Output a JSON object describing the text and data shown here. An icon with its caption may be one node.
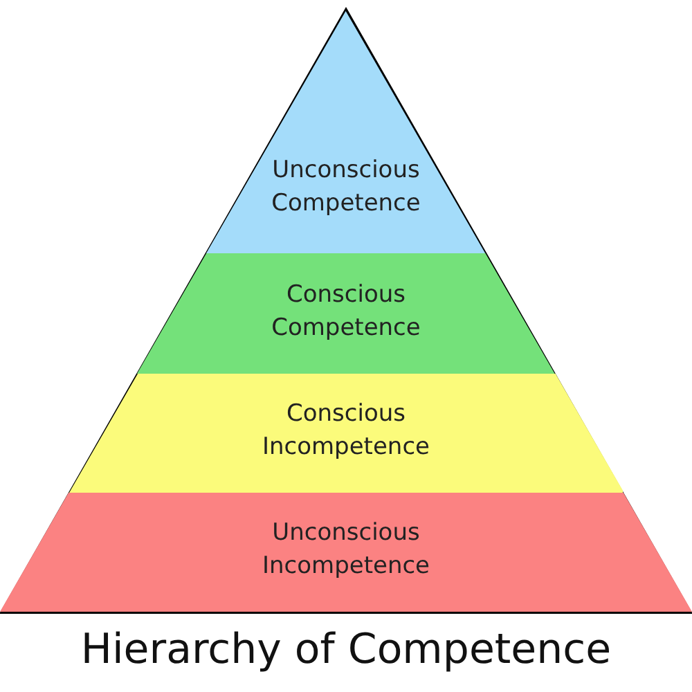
{
  "diagram": {
    "title": "Hierarchy of Competence",
    "nodes": [
      {
        "text": [
          "Unconscious Competence"
        ]
      },
      {
        "text": [
          "Conscious Competence"
        ]
      },
      {
        "text": [
          "Conscious Incompetence"
        ]
      },
      {
        "text": [
          "Unconscious Incompetence"
        ]
      }
    ]
  }
}
